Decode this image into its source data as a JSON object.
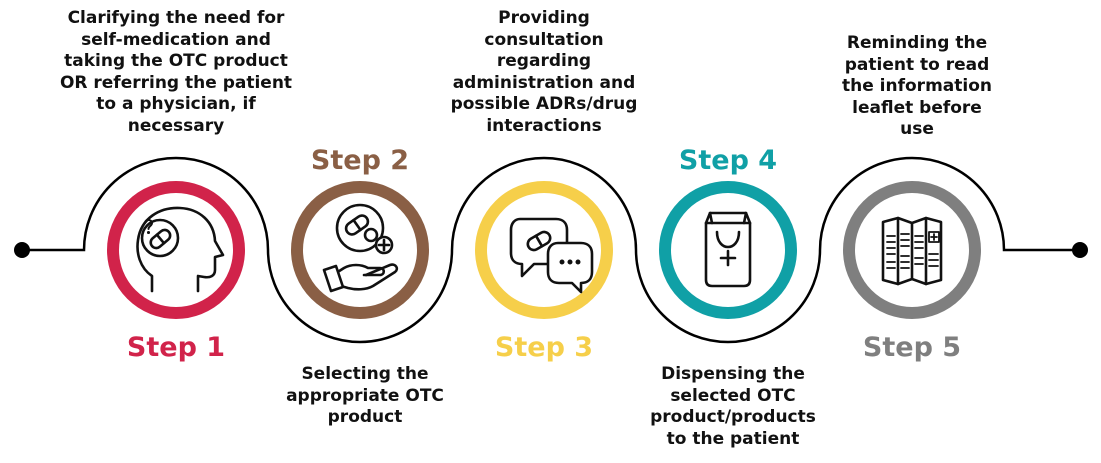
{
  "steps": [
    {
      "label": "Step 1",
      "color": "#d1234a",
      "icon": "head-pill-question-icon",
      "text": "Clarifying the need for\nself-medication and\ntaking the OTC product\nOR referring the patient\nto a physician, if\nnecessary"
    },
    {
      "label": "Step 2",
      "color": "#8a5f45",
      "icon": "hand-pills-icon",
      "text": "Selecting the\nappropriate OTC\nproduct"
    },
    {
      "label": "Step 3",
      "color": "#f6cf4a",
      "icon": "consultation-chat-icon",
      "text": "Providing\nconsultation\nregarding\nadministration and\npossible ADRs/drug\ninteractions"
    },
    {
      "label": "Step 4",
      "color": "#10a0a6",
      "icon": "pharmacy-bag-icon",
      "text": "Dispensing the\nselected OTC\nproduct/products\nto the patient"
    },
    {
      "label": "Step 5",
      "color": "#7f7f7f",
      "icon": "information-leaflet-icon",
      "text": "Reminding the\npatient to read\nthe information\nleaflet before\nuse"
    }
  ]
}
